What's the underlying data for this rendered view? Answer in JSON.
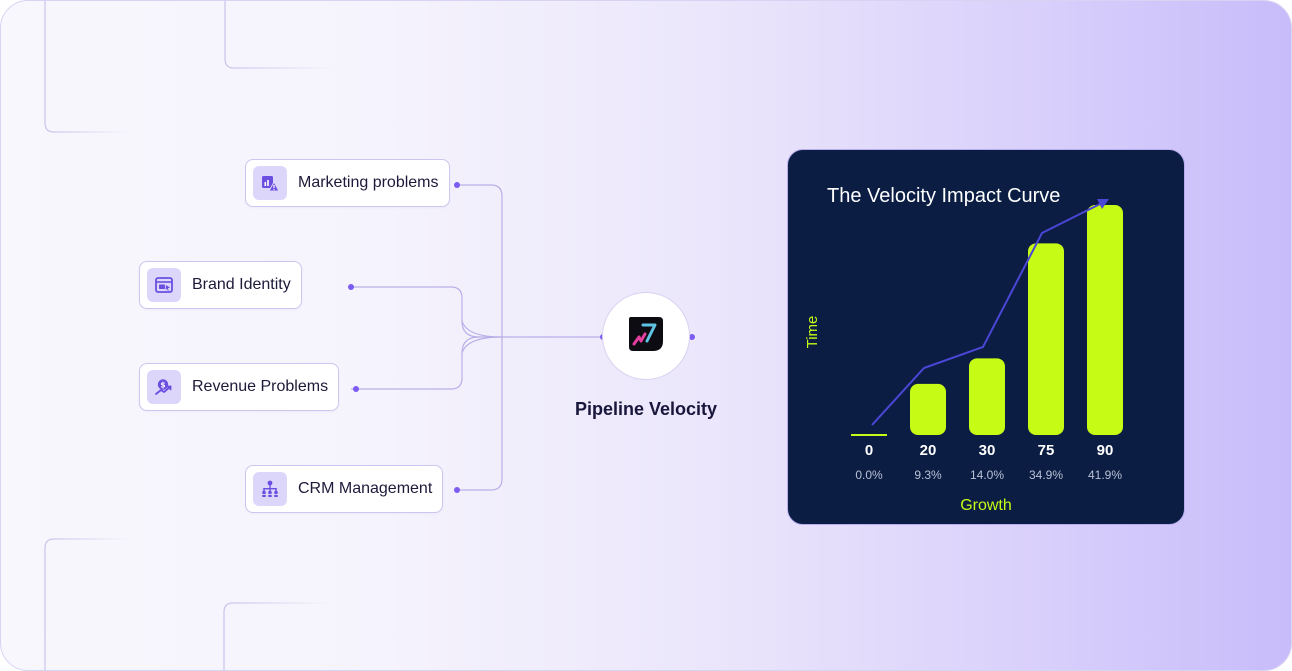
{
  "diagram": {
    "left_nodes": [
      {
        "label": "Marketing problems",
        "icon": "chart-warning-icon"
      },
      {
        "label": "Brand Identity",
        "icon": "browser-window-icon"
      },
      {
        "label": "Revenue Problems",
        "icon": "dollar-growth-icon"
      },
      {
        "label": "CRM Management",
        "icon": "org-hierarchy-icon"
      }
    ],
    "hub": {
      "label": "Pipeline Velocity",
      "icon": "pipeline-logo-icon"
    }
  },
  "colors": {
    "accent": "#7c5cf0",
    "lime": "#c6fb15",
    "card_bg": "#0b1d43",
    "curve": "#4a46d6",
    "node_icon_bg": "#ddd6fb"
  },
  "chart_data": {
    "type": "bar",
    "title": "The Velocity Impact Curve",
    "xlabel": "Growth",
    "ylabel": "Time",
    "categories": [
      "0",
      "20",
      "30",
      "75",
      "90"
    ],
    "values": [
      0,
      20,
      30,
      75,
      90
    ],
    "percent_labels": [
      "0.0%",
      "9.3%",
      "14.0%",
      "34.9%",
      "41.9%"
    ],
    "ylim": [
      0,
      90
    ],
    "trend_line": true,
    "grid": false
  }
}
